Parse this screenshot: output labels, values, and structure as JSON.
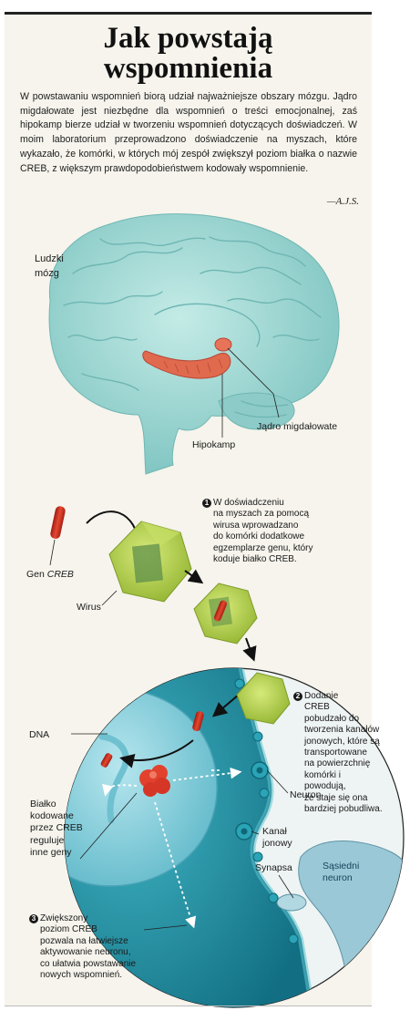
{
  "title_line1": "Jak powstają",
  "title_line2": "wspomnienia",
  "intro": "W powstawaniu wspomnień biorą udział najważniejsze obszary mózgu. Jądro migdałowate jest niezbędne dla wspomnień o treści emocjonalnej, zaś hipokamp bierze udział w tworzeniu wspomnień dotyczących doświadczeń. W moim laboratorium przeprowadzono doświadczenie na myszach, które wykazało, że komórki, w których mój zespół zwiększył poziom białka o nazwie CREB, z większym prawdopodobieństwem kodowały wspomnienie.",
  "signature": "—A.J.S.",
  "labels": {
    "brain_line1": "Ludzki",
    "brain_line2": "mózg",
    "amygdala": "Jądro migdałowate",
    "hippocampus": "Hipokamp",
    "gene_prefix": "Gen ",
    "gene_name": "CREB",
    "virus": "Wirus",
    "dna": "DNA",
    "neuron": "Neuron",
    "channel_line1": "Kanał",
    "channel_line2": "jonowy",
    "synapse": "Synapsa",
    "neighbor_line1": "Sąsiedni",
    "neighbor_line2": "neuron",
    "protein_line1": "Białko",
    "protein_line2": "kodowane",
    "protein_line3": "przez CREB",
    "protein_line4": "reguluje",
    "protein_line5": "inne geny"
  },
  "steps": [
    {
      "num": "1",
      "lines": [
        "W doświadczeniu",
        "na myszach za pomocą",
        "wirusa wprowadzano",
        "do komórki dodatkowe",
        "egzemplarze genu, który",
        "koduje białko CREB."
      ]
    },
    {
      "num": "2",
      "lines": [
        "Dodanie",
        "CREB",
        "pobudzało do",
        "tworzenia kanałów",
        "jonowych, które są",
        "transportowane",
        "na powierzchnię",
        "komórki i powodują,",
        "że staje się ona",
        "bardziej pobudliwa."
      ]
    },
    {
      "num": "3",
      "lines": [
        "Zwiększony",
        "poziom CREB",
        "pozwala na łatwiejsze",
        "aktywowanie neuronu,",
        "co ułatwia powstawanie",
        "nowych wspomnień."
      ]
    }
  ],
  "colors": {
    "brain": "#9fd3d0",
    "hippocampus": "#e0634a",
    "virus": "#a9c943",
    "gene": "#d93a2a",
    "cell": "#1f95a8",
    "nucleus": "#8fd0dc",
    "background": "#f6f4ec"
  },
  "icons": [
    "brain-illustration",
    "virus-icon",
    "gene-icon",
    "creb-protein-icon",
    "ion-channel-icon",
    "arrow-icon"
  ]
}
